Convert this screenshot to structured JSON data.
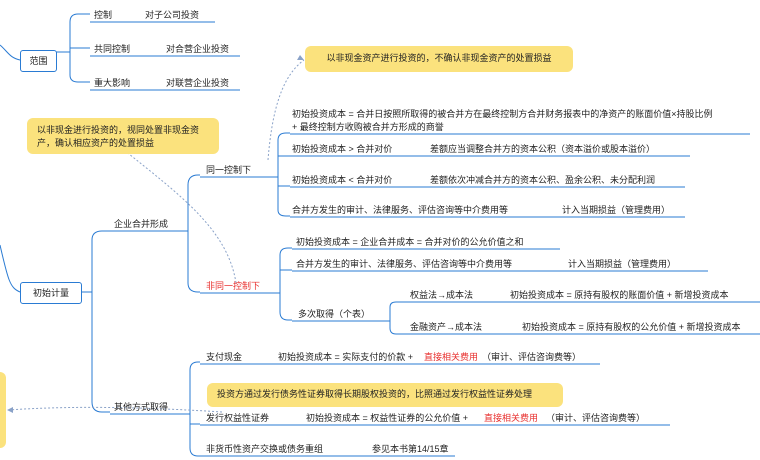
{
  "nodes": {
    "scope": "范围",
    "control": "控制",
    "control_target": "对子公司投资",
    "joint_control": "共同控制",
    "joint_target": "对合营企业投资",
    "significant_influence": "重大影响",
    "influence_target": "对联营企业投资",
    "initial_measurement": "初始计量",
    "business_combination": "企业合并形成",
    "same_control": "同一控制下",
    "sc_cost_line1": "初始投资成本 = 合并日按照所取得的被合并方在最终控制方合并财务报表中的净资产的账面价值×持股比例",
    "sc_cost_line2": "+ 最终控制方收购被合并方形成的商誉",
    "sc_greater": "初始投资成本 > 合并对价",
    "sc_greater_result": "差额应当调整合并方的资本公积（资本溢价或股本溢价）",
    "sc_less": "初始投资成本 < 合并对价",
    "sc_less_result": "差额依次冲减合并方的资本公积、盈余公积、未分配利润",
    "sc_fees": "合并方发生的审计、法律服务、评估咨询等中介费用等",
    "sc_fees_result": "计入当期损益（管理费用）",
    "diff_control": "非同一控制下",
    "dc_cost": "初始投资成本 = 企业合并成本 = 合并对价的公允价值之和",
    "dc_fees": "合并方发生的审计、法律服务、评估咨询等中介费用等",
    "dc_fees_result": "计入当期损益（管理费用）",
    "step_acquisition": "多次取得（个表）",
    "equity_to_cost": "权益法→成本法",
    "equity_to_cost_formula": "初始投资成本 = 原持有股权的账面价值 + 新增投资成本",
    "fa_to_cost": "金融资产→成本法",
    "fa_to_cost_formula": "初始投资成本 = 原持有股权的公允价值 + 新增投资成本",
    "other_methods": "其他方式取得",
    "cash_payment": "支付现金",
    "cash_formula": "初始投资成本 = 实际支付的价款 +",
    "cash_direct": "直接相关费用",
    "cash_note": "（审计、评估咨询费等）",
    "equity_issue": "发行权益性证券",
    "equity_formula": "初始投资成本 = 权益性证券的公允价值 +",
    "equity_direct": "直接相关费用",
    "equity_note": "（审计、评估咨询费等）",
    "nonmonetary": "非货币性资产交换或债务重组",
    "nonmonetary_ref": "参见本书第14/15章"
  },
  "notes": {
    "note_noncash_same": "以非现金资产进行投资的，不确认非现金资产的处置损益",
    "note_noncash_diff": "以非现金进行投资的，视同处置非现金资产，确认相应资产的处置损益",
    "note_bond": "投资方通过发行债务性证券取得长期股权投资的，比照通过发行权益性证券处理"
  },
  "colors": {
    "line": "#2a7bd3",
    "note_bg": "#fbe27d",
    "highlight": "#e8312f",
    "dotted": "#8aa2c8"
  }
}
